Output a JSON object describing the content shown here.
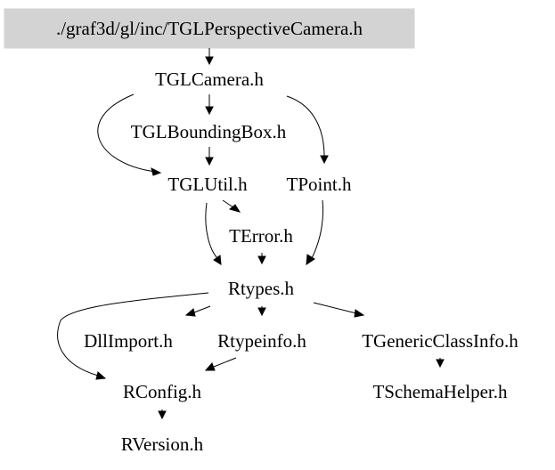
{
  "graph": {
    "root": "./graf3d/gl/inc/TGLPerspectiveCamera.h",
    "nodes": {
      "camera": "TGLCamera.h",
      "bbox": "TGLBoundingBox.h",
      "util": "TGLUtil.h",
      "point": "TPoint.h",
      "error": "TError.h",
      "rtypes": "Rtypes.h",
      "dllimport": "DllImport.h",
      "rtypeinfo": "Rtypeinfo.h",
      "gci": "TGenericClassInfo.h",
      "rconfig": "RConfig.h",
      "schema": "TSchemaHelper.h",
      "rversion": "RVersion.h"
    },
    "colors": {
      "root_fill": "#d3d3d3",
      "edge": "#000000",
      "text": "#000000"
    }
  }
}
